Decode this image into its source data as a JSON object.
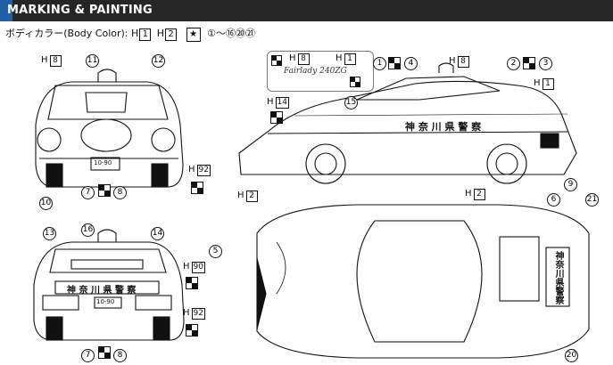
{
  "header": {
    "title": "MARKING & PAINTING"
  },
  "body_color": {
    "jp_label": "ボディカラー",
    "en_label": "(Body Color):",
    "h_a": "1",
    "h_b": "2",
    "star": "★",
    "ranges": "①〜⑯⑳㉑"
  },
  "front_view": {
    "n11": "11",
    "n12": "12",
    "h8": "8",
    "h92": "92",
    "n7": "7",
    "n8": "8",
    "n10": "10",
    "plate": "10-90"
  },
  "rear_view": {
    "n13": "13",
    "n16": "16",
    "n14": "14",
    "h90": "90",
    "h92": "92",
    "n7": "7",
    "n8": "8",
    "plate": "10-90",
    "kanji": "神 奈 川 県 警 察"
  },
  "side_view": {
    "h8a": "8",
    "h1a": "1",
    "n1": "1",
    "n4": "4",
    "h8b": "8",
    "n2": "2",
    "n3": "3",
    "h1b": "1",
    "h14": "14",
    "n15": "15",
    "h2a": "2",
    "h2b": "2",
    "n9": "9",
    "kanji": "神 奈 川 県 警 察",
    "script": "Fairlady 240ZG"
  },
  "top_view": {
    "n5": "5",
    "n6": "6",
    "n21": "21",
    "n20": "20",
    "kanji": "神奈川県警察"
  },
  "h_prefix": "H"
}
